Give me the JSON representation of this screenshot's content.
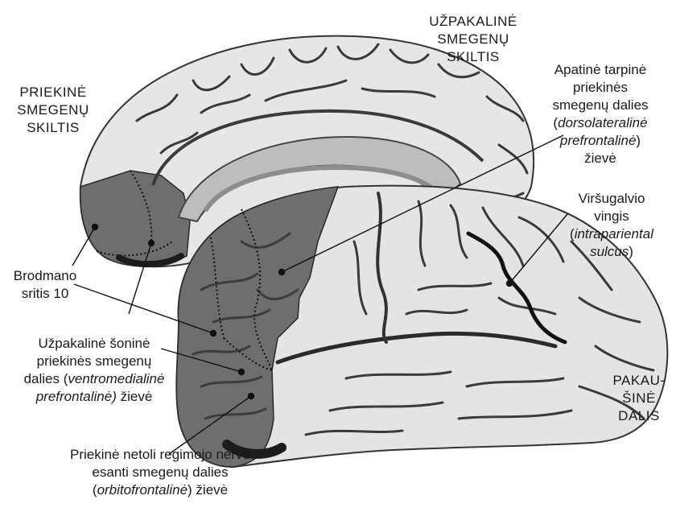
{
  "labels": {
    "frontal_lobe": [
      "PRIEKINĖ",
      "SMEGENŲ",
      "SKILTIS"
    ],
    "parietal_lobe": [
      "UŽPAKALINĖ",
      "SMEGENŲ",
      "SKILTIS"
    ],
    "occipital": [
      "PAKAU-",
      "ŠINĖ",
      "DALIS"
    ],
    "dlpfc": {
      "l1": "Apatinė tarpinė",
      "l2": "priekinės",
      "l3": "smegenų dalies",
      "l4a": "(",
      "l4i": "dorsolateralinė",
      "l5i": "prefrontalinė",
      "l5b": ")",
      "l6": "žievė"
    },
    "ips": {
      "l1": "Viršugalvio",
      "l2": "vingis",
      "l3a": "(",
      "l3i": "intrapariental",
      "l4i": "sulcus",
      "l4b": ")"
    },
    "ba10": {
      "l1": "Brodmano",
      "l2": "sritis 10"
    },
    "vmpfc": {
      "l1": "Užpakalinė šoninė",
      "l2": "priekinės smegenų",
      "l3a": "dalies (",
      "l3i": "ventromedialinė",
      "l4i": "prefrontalinė)",
      "l4b": " žievė"
    },
    "ofc": {
      "l1": "Priekinė netoli regimojo nervo",
      "l2": "esanti smegenų dalies",
      "l3a": "(",
      "l3i": "orbitofrontalinė",
      "l3b": ") žievė"
    }
  },
  "colors": {
    "cortex_light": "#e4e4e4",
    "cortex_dark": "#6e6e6e",
    "sulcus": "#3a3a3a",
    "ink": "#1a1a1a"
  }
}
